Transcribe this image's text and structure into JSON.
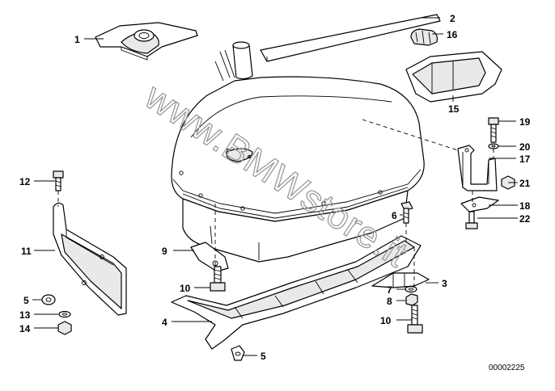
{
  "watermark": "www.BMWstore.it",
  "drawing_number": "00002225",
  "callouts": {
    "c1": "1",
    "c2": "2",
    "c3": "3",
    "c4": "4",
    "c5a": "5",
    "c5b": "5",
    "c6": "6",
    "c7": "7",
    "c8": "8",
    "c9": "9",
    "c10a": "10",
    "c10b": "10",
    "c11": "11",
    "c12": "12",
    "c13": "13",
    "c14": "14",
    "c15": "15",
    "c16": "16",
    "c17": "17",
    "c18": "18",
    "c19": "19",
    "c20": "20",
    "c21": "21",
    "c22": "22"
  }
}
